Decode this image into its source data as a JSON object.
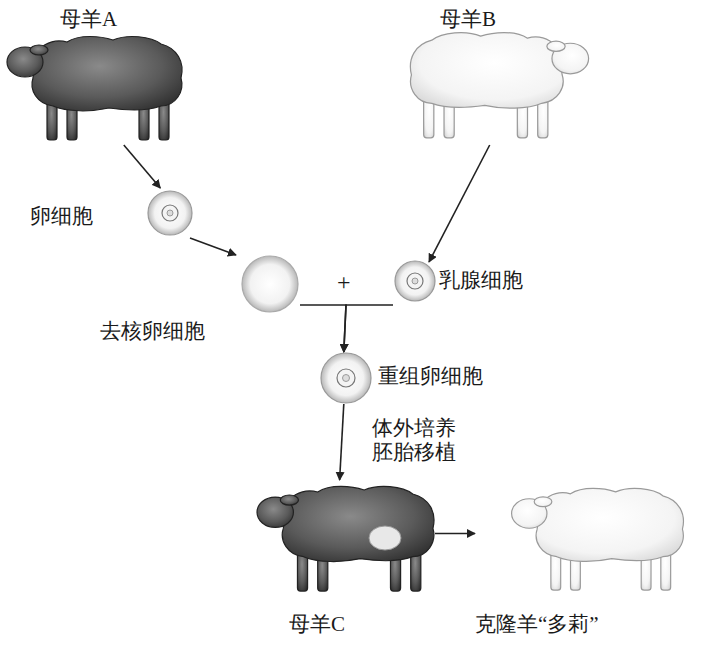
{
  "diagram": {
    "nodes": [
      {
        "text": [
          "母羊A"
        ]
      },
      {
        "text": [
          "卵细胞"
        ]
      },
      {
        "text": [
          "去核卵细胞"
        ]
      },
      {
        "text": [
          "母羊B"
        ]
      },
      {
        "text": [
          "乳腺细胞"
        ]
      },
      {
        "text": [
          "重组卵细胞"
        ]
      },
      {
        "text": [
          "母羊C"
        ]
      },
      {
        "text": [
          "克隆羊“多莉”"
        ]
      }
    ],
    "edges": [
      {
        "from": 0,
        "to": 1,
        "arrow": "to"
      },
      {
        "from": 1,
        "to": 2,
        "arrow": "to"
      },
      {
        "from": 3,
        "to": 4,
        "arrow": "to"
      },
      {
        "from": 2,
        "to": 5,
        "arrow": "to"
      },
      {
        "from": 4,
        "to": 5,
        "arrow": "to"
      },
      {
        "from": 5,
        "to": 6,
        "label": "体外培养 胚胎移植",
        "arrow": "to"
      },
      {
        "from": 6,
        "to": 7,
        "arrow": "to"
      }
    ],
    "labels": [
      "+"
    ]
  }
}
